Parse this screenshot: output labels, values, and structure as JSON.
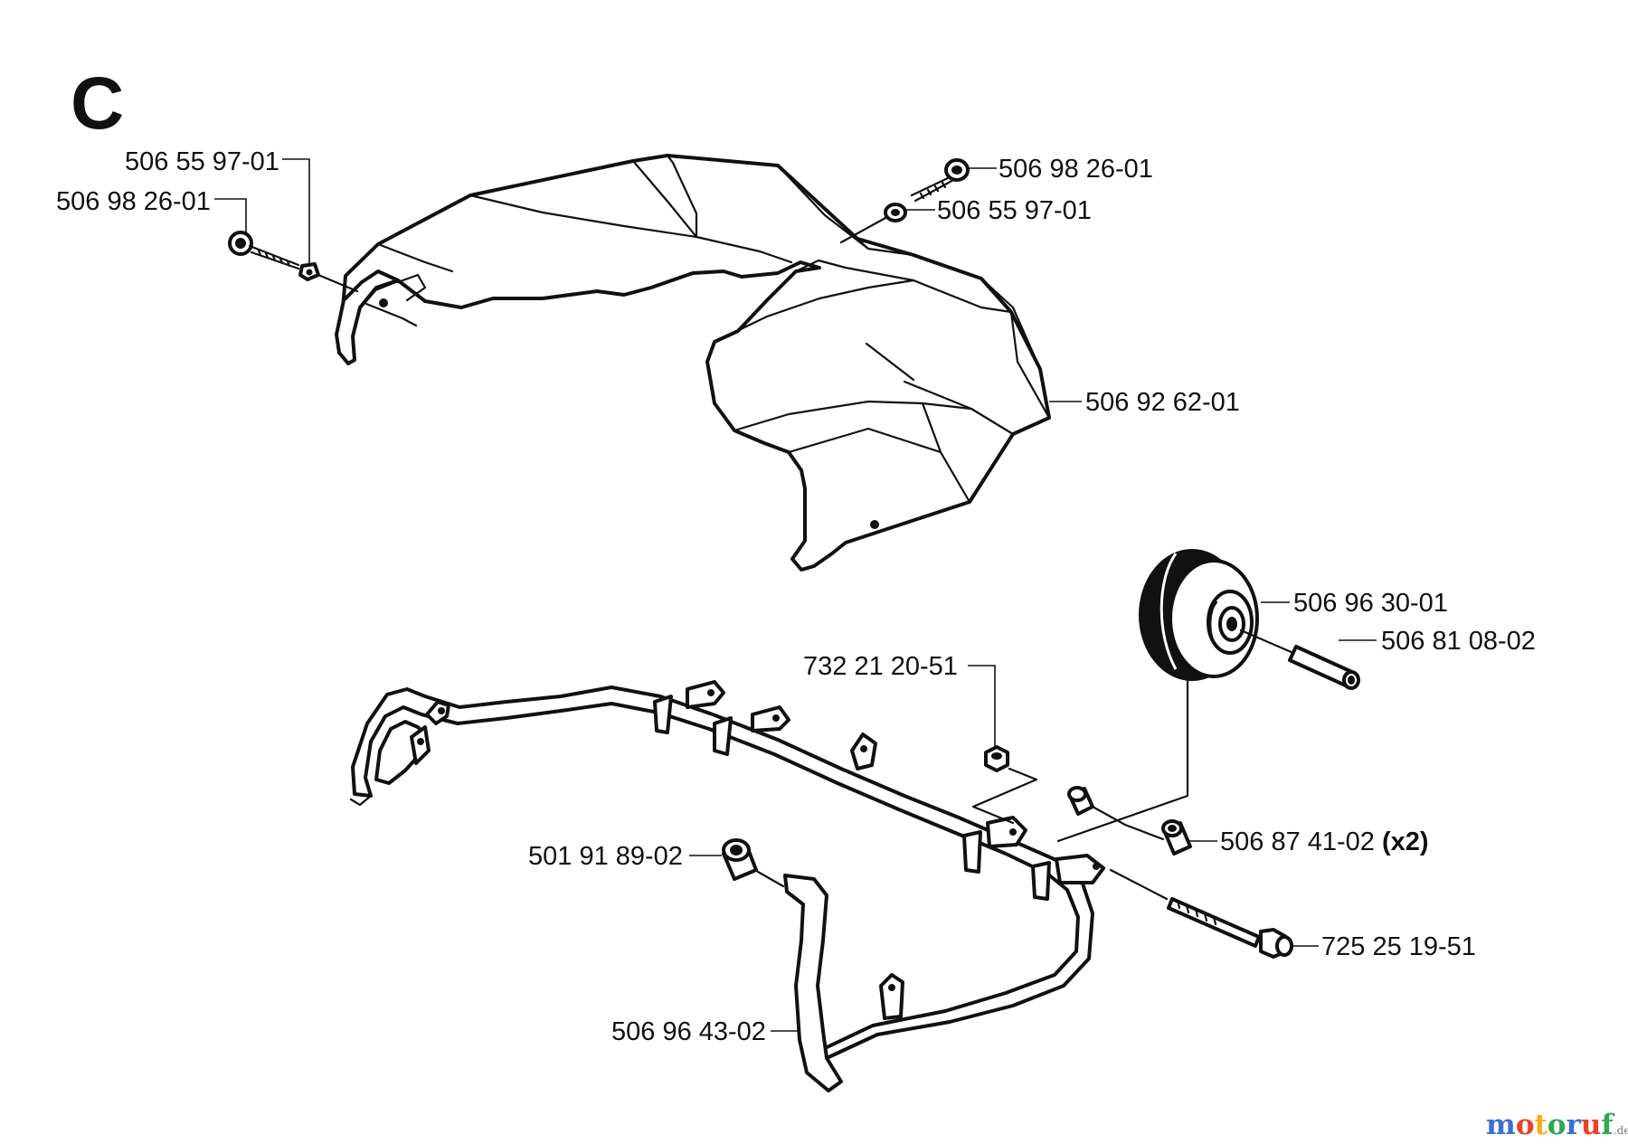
{
  "section_letter": "C",
  "parts": [
    {
      "id": "washer_left",
      "number": "506 55 97-01"
    },
    {
      "id": "bolt_left",
      "number": "506 98 26-01"
    },
    {
      "id": "bolt_right",
      "number": "506 98 26-01"
    },
    {
      "id": "washer_right",
      "number": "506 55 97-01"
    },
    {
      "id": "cover",
      "number": "506 92 62-01"
    },
    {
      "id": "wheel",
      "number": "506 96 30-01"
    },
    {
      "id": "axle",
      "number": "506 81 08-02"
    },
    {
      "id": "nut",
      "number": "732 21 20-51"
    },
    {
      "id": "spacer",
      "number": "506 87 41-02",
      "quantity": "(x2)"
    },
    {
      "id": "bushing",
      "number": "501 91 89-02"
    },
    {
      "id": "bolt_long",
      "number": "725 25 19-51"
    },
    {
      "id": "frame",
      "number": "506 96 43-02"
    }
  ],
  "watermark": {
    "brand": "motoruf",
    "suffix": ".de"
  },
  "colors": {
    "ink": "#111111",
    "paper": "#ffffff",
    "wm_m": "#3b6fd6",
    "wm_o": "#e8412c",
    "wm_t": "#f2b01e",
    "wm_o2": "#2fa84f",
    "wm_r": "#3b6fd6",
    "wm_u": "#e8412c",
    "wm_f": "#2fa84f"
  }
}
